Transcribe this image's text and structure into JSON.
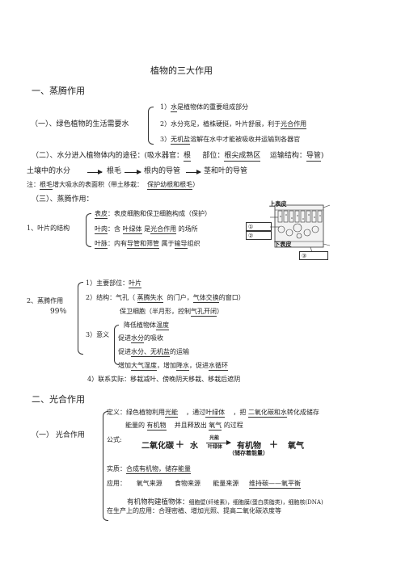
{
  "title": "植物的三大作用",
  "sec1": {
    "heading": "一、蒸腾作用",
    "p1": {
      "label": "（一）、绿色植物的生活需要水",
      "i1_num": "1）",
      "i1_u": "水",
      "i1_rest": "是植物体的重要组成部分",
      "i2_pre": "2）水分充足，植株硬挺，叶片舒展，利于",
      "i2_u": "光合作用",
      "i3_num": "3）",
      "i3_u": "无机盐",
      "i3_rest": "溶解在水中才能被吸收并运输到各器官"
    },
    "p2": {
      "text_pre": "（二）、水分进入植物体内的途径：(吸水器官：",
      "organ": "根",
      "mid1": "部位：",
      "part": "根尖成熟区",
      "mid2": "运输结构：",
      "transport": "导管",
      "tail": ")"
    },
    "flow": {
      "n1": "土壤中的水分",
      "n2": "根毛",
      "n3": "根内的导管",
      "n4": "茎和叶的导管"
    },
    "note": {
      "pre": "注：",
      "u1": "根毛",
      "mid": "增大吸水的表面积（带土移栽：",
      "u2": "保护幼根和根毛",
      "tail": "）"
    },
    "p3": {
      "label": "（三）、蒸腾作用：",
      "leaf_label": "1、叶片的结构",
      "epi_u": "表皮",
      "epi_rest": "：表皮细胞和保卫细胞构成（保护）",
      "mes_u": "叶肉",
      "mes_mid": "：含",
      "mes_u2": "叶绿体",
      "mes_mid2": "是",
      "mes_u3": "光合作用",
      "mes_tail": "的场所",
      "vein_u": "叶脉",
      "vein_mid": "：内有",
      "vein_u2": "导管和筛管",
      "vein_mid2": "属于",
      "vein_u3": "输导",
      "vein_tail": "组织"
    },
    "diagram": {
      "upper": "上表皮",
      "lower": "下表皮",
      "l1": "①",
      "l2": "②",
      "l3": "③"
    },
    "p4": {
      "label": "2、蒸腾作用",
      "pct": "99％",
      "a_pre": "1）主要部位：",
      "a_u": "叶片",
      "b_pre": "2）结构：气孔（",
      "b_u": "蒸腾失水",
      "b_mid": "的门户，",
      "b_u2": "气体交换",
      "b_tail": "的窗口）",
      "c_pre": "保卫细胞（半月形，控制",
      "c_u": "气孔开闭",
      "c_tail": "）",
      "d_num": "3）意义",
      "d1": "降低植物体",
      "d1_u": "温度",
      "d2_pre": "促进",
      "d2_u": "水分",
      "d2_tail": "的吸收",
      "d3_pre": "促进",
      "d3_u": "水分、无机盐",
      "d3_tail": "的运输",
      "d4_pre": "增加",
      "d4_u": "大气湿度",
      "d4_mid": "，增加",
      "d4_u2": "降水",
      "d4_mid2": "，促进",
      "d4_u3": "水循环",
      "e": "4）联系实际：移栽减叶、傍晚阴天移栽、移栽后遮阴"
    }
  },
  "sec2": {
    "heading": "二、光合作用",
    "label": "（一）  光合作用",
    "def_pre": "定义：绿色植物利用",
    "def_u1": "光能",
    "def_mid1": "，通过",
    "def_u2": "叶绿体",
    "def_mid2": "，把",
    "def_u3": "二氧化碳和水",
    "def_tail": "转化成储存",
    "def2_pre": "能量的",
    "def2_u1": "有机物",
    "def2_mid": "并且释放出",
    "def2_u2": "氧气",
    "def2_tail": "的过程",
    "formula_label": "公式:",
    "formula": {
      "co2": "二氧化碳",
      "plus1": "＋",
      "water": "水",
      "cond_top": "光能",
      "cond_bot": "叶绿体",
      "organic": "有机物",
      "plus2": "＋",
      "o2": "氧气",
      "store": "（储存着能量）"
    },
    "essence_pre": "实质：",
    "essence_u": "合成有机物，储存能量",
    "use_label": "应用：",
    "use1": "氧气来源",
    "use2": "食物来源",
    "use3": "能量来源",
    "use4": "维持碳——氧平衡",
    "build": "有机物构建植物体：",
    "build_tail": "细胞壁(纤维素)，细胞膜(蛋白质脂类)，细胞核(DNA)",
    "apply": "在生产上的应用：合理密植、增加光照、提高二氧化碳浓度等"
  }
}
